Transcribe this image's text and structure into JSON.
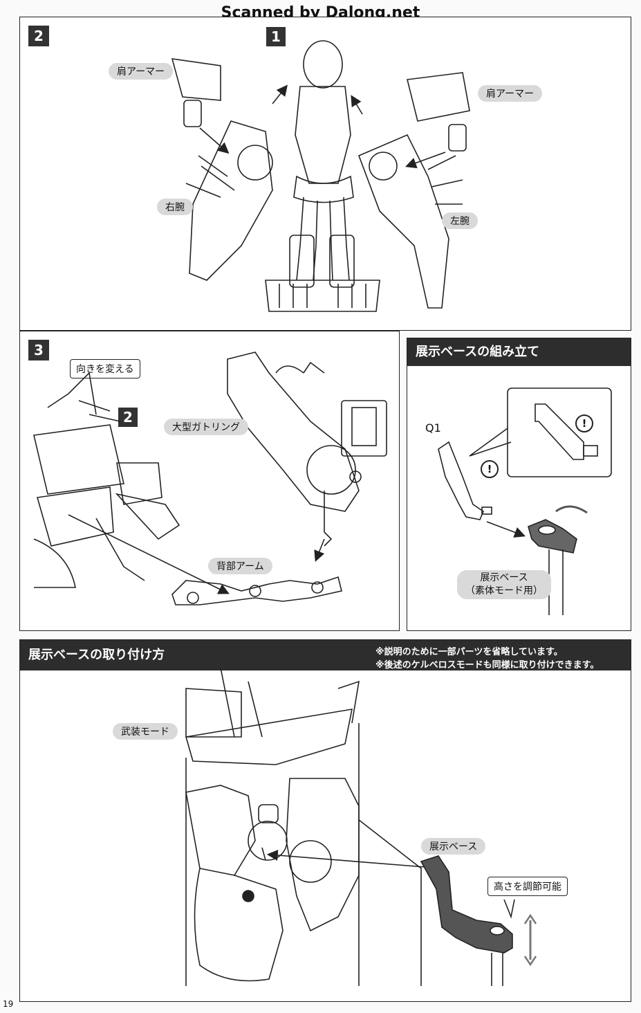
{
  "watermark": "Scanned by Dalong.net",
  "page_number": "19",
  "step2": {
    "number": "2",
    "ref_number": "1",
    "labels": {
      "shoulder_armor_left": "肩アーマー",
      "shoulder_armor_right": "肩アーマー",
      "right_arm": "右腕",
      "left_arm": "左腕"
    }
  },
  "step3": {
    "number": "3",
    "ref_number": "2",
    "labels": {
      "change_direction": "向きを変える",
      "gatling": "大型ガトリング",
      "back_arm": "背部アーム"
    }
  },
  "base_assembly": {
    "title": "展示ベースの組み立て",
    "part_id": "Q1",
    "caution_mark": "!",
    "base_label_line1": "展示ベース",
    "base_label_line2": "（素体モード用）"
  },
  "base_mounting": {
    "title": "展示ベースの取り付け方",
    "notes": [
      "※説明のために一部パーツを省略しています。",
      "※後述のケルベロスモードも同様に取り付けできます。"
    ],
    "labels": {
      "armed_mode": "武装モード",
      "display_base": "展示ベース",
      "adjustable_height": "高さを調節可能"
    }
  }
}
